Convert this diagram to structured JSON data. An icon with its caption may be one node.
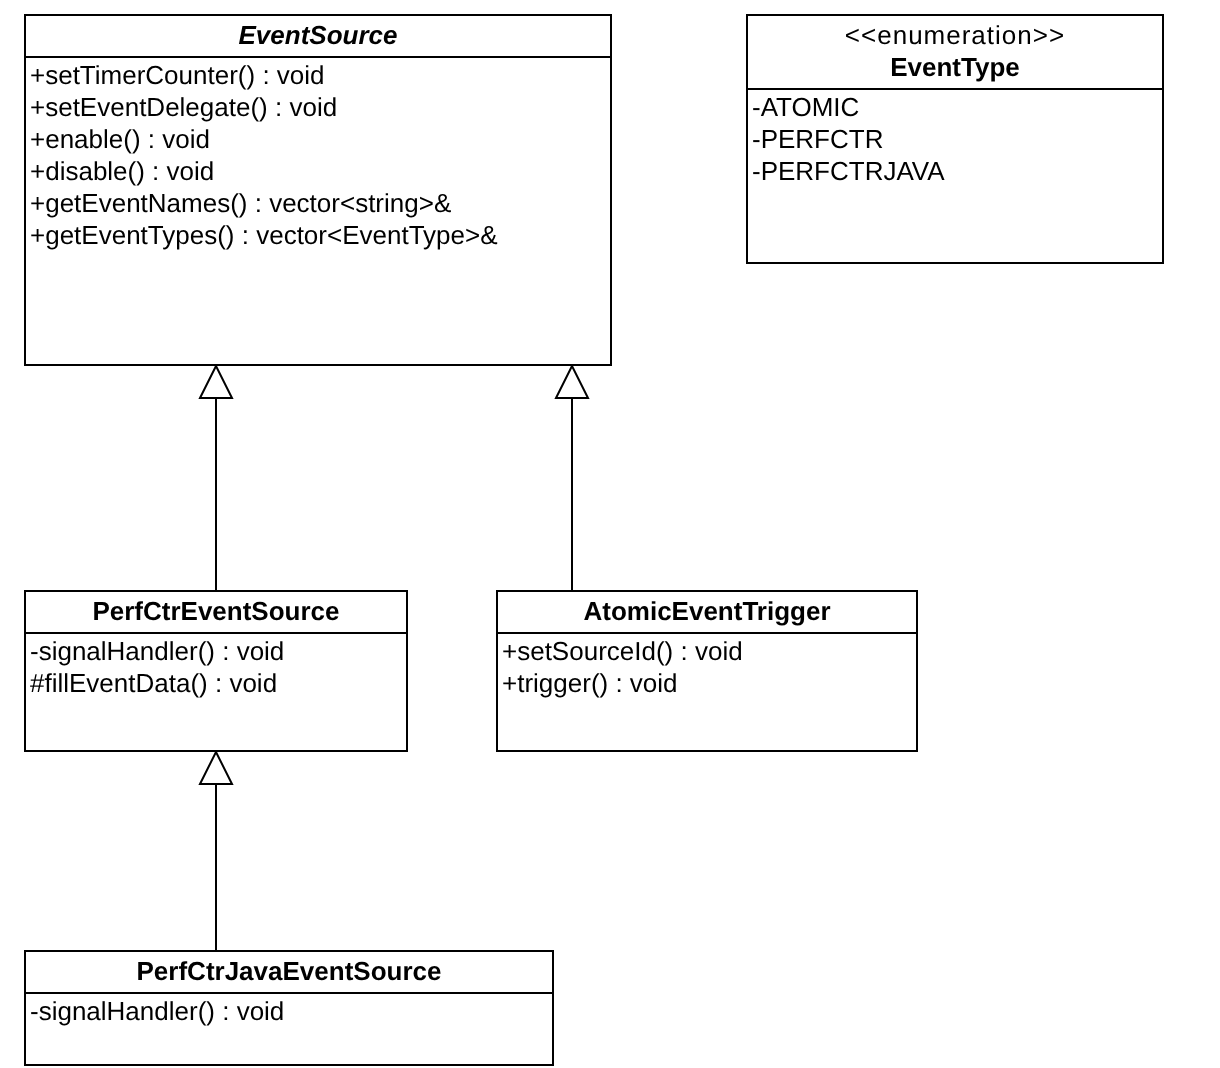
{
  "diagram": {
    "nodes": [
      {
        "text": [
          "EventSource",
          "+setTimerCounter() : void",
          "+setEventDelegate() : void",
          "+enable() : void",
          "+disable() : void",
          "+getEventNames() : vector<string>&",
          "+getEventTypes() : vector<EventType>&"
        ]
      },
      {
        "text": [
          "<<enumeration>>",
          "EventType",
          "-ATOMIC",
          "-PERFCTR",
          "-PERFCTRJAVA"
        ]
      },
      {
        "text": [
          "PerfCtrEventSource",
          "-signalHandler() : void",
          "#fillEventData() : void"
        ]
      },
      {
        "text": [
          "AtomicEventTrigger",
          "+setSourceId() : void",
          "+trigger() : void"
        ]
      },
      {
        "text": [
          "PerfCtrJavaEventSource",
          "-signalHandler() : void"
        ]
      }
    ],
    "edges": [
      {
        "from": 2,
        "to": 0,
        "arrow": "to"
      },
      {
        "from": 3,
        "to": 0,
        "arrow": "to"
      },
      {
        "from": 4,
        "to": 2,
        "arrow": "to"
      }
    ]
  }
}
